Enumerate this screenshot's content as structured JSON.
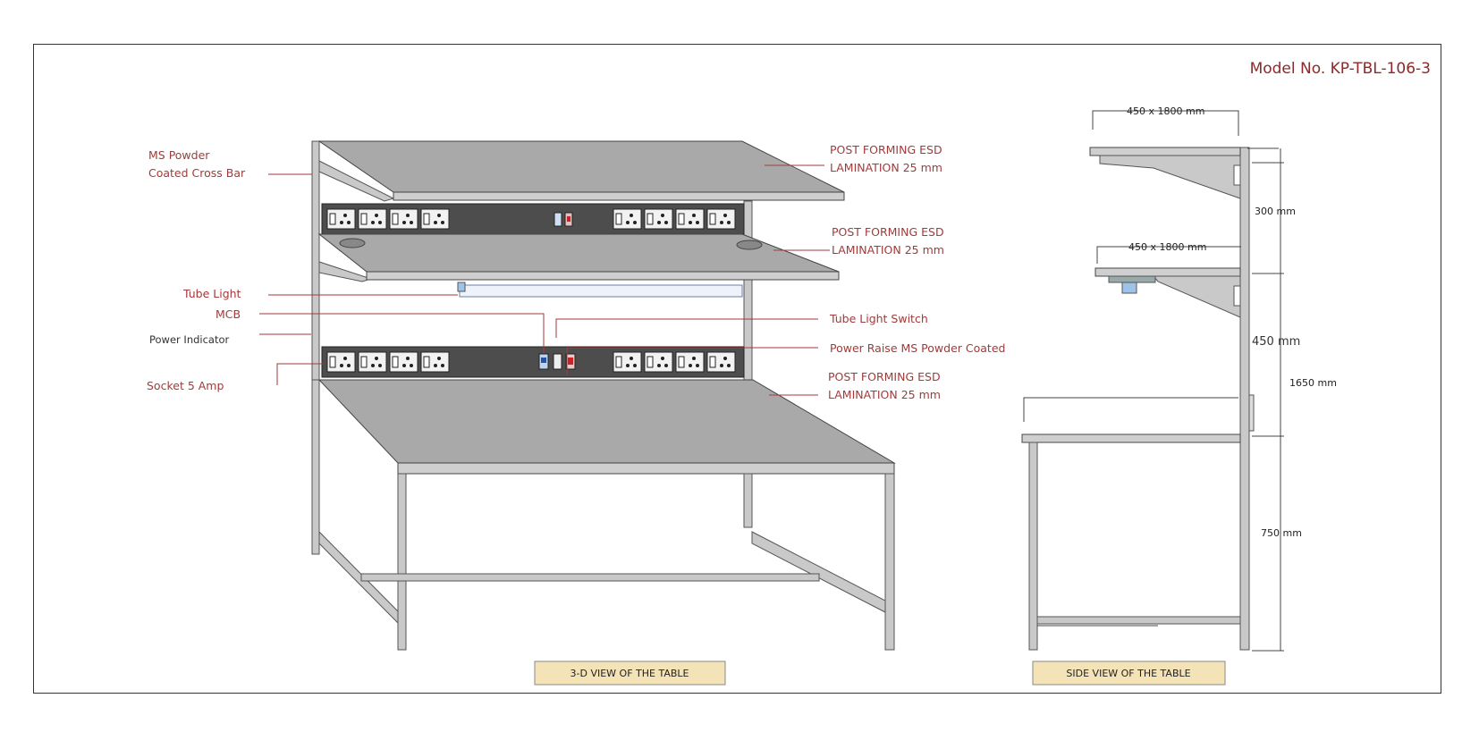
{
  "model_number": "Model No. KP-TBL-106-3",
  "labels_3d": {
    "cross_bar_line1": "MS Powder",
    "cross_bar_line2": "Coated Cross Bar",
    "tube_light": "Tube Light",
    "mcb": "MCB",
    "power_indicator": "Power Indicator",
    "socket": "Socket  5 Amp",
    "lamination_top_l1": "POST FORMING ESD",
    "lamination_top_l2": "LAMINATION 25 mm",
    "lamination_mid_l1": "POST FORMING ESD",
    "lamination_mid_l2": "LAMINATION 25 mm",
    "tube_light_switch": "Tube Light Switch",
    "power_raise": "Power Raise MS Powder Coated",
    "lamination_bottom_l1": "POST FORMING ESD",
    "lamination_bottom_l2": "LAMINATION 25 mm"
  },
  "labels_side": {
    "shelf_top_size": "450 x 1800 mm",
    "shelf_mid_size": "450 x 1800 mm",
    "dim_300": "300 mm",
    "dim_450": "450 mm",
    "dim_1650": "1650 mm",
    "dim_750": "750 mm"
  },
  "captions": {
    "view_3d": "3-D VIEW OF THE TABLE",
    "view_side": "SIDE VIEW OF THE TABLE"
  },
  "colors": {
    "label_red": "#a33a3a",
    "caption_bg": "#f5e3b8"
  }
}
